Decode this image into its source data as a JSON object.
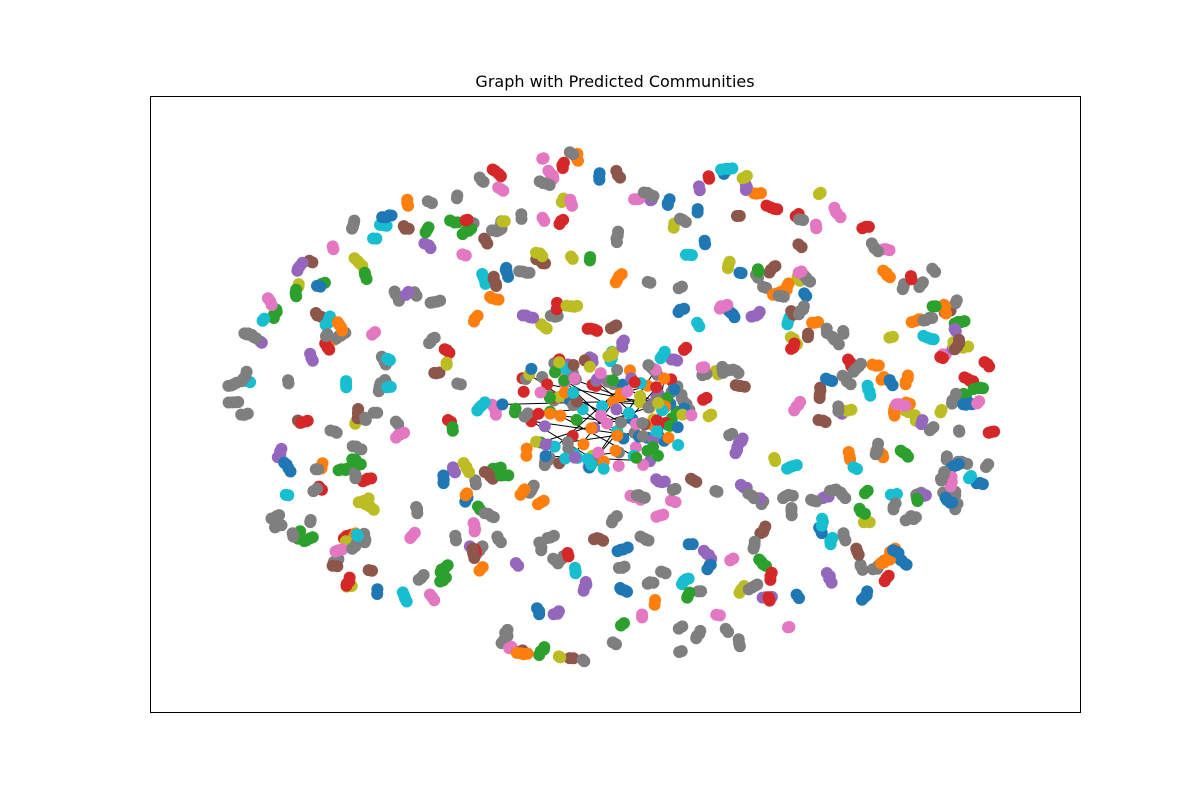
{
  "chart_data": {
    "type": "scatter",
    "title": "Graph with Predicted Communities",
    "xlabel": "",
    "ylabel": "",
    "axes_visible": false,
    "grid": false,
    "legend": "none",
    "layout": "spring",
    "community_palette": [
      "#1f77b4",
      "#ff7f0e",
      "#2ca02c",
      "#d62728",
      "#9467bd",
      "#8c564b",
      "#e377c2",
      "#7f7f7f",
      "#bcbd22",
      "#17becf"
    ],
    "edge_color": "#000000",
    "node_color": "#1f77b4"
  }
}
